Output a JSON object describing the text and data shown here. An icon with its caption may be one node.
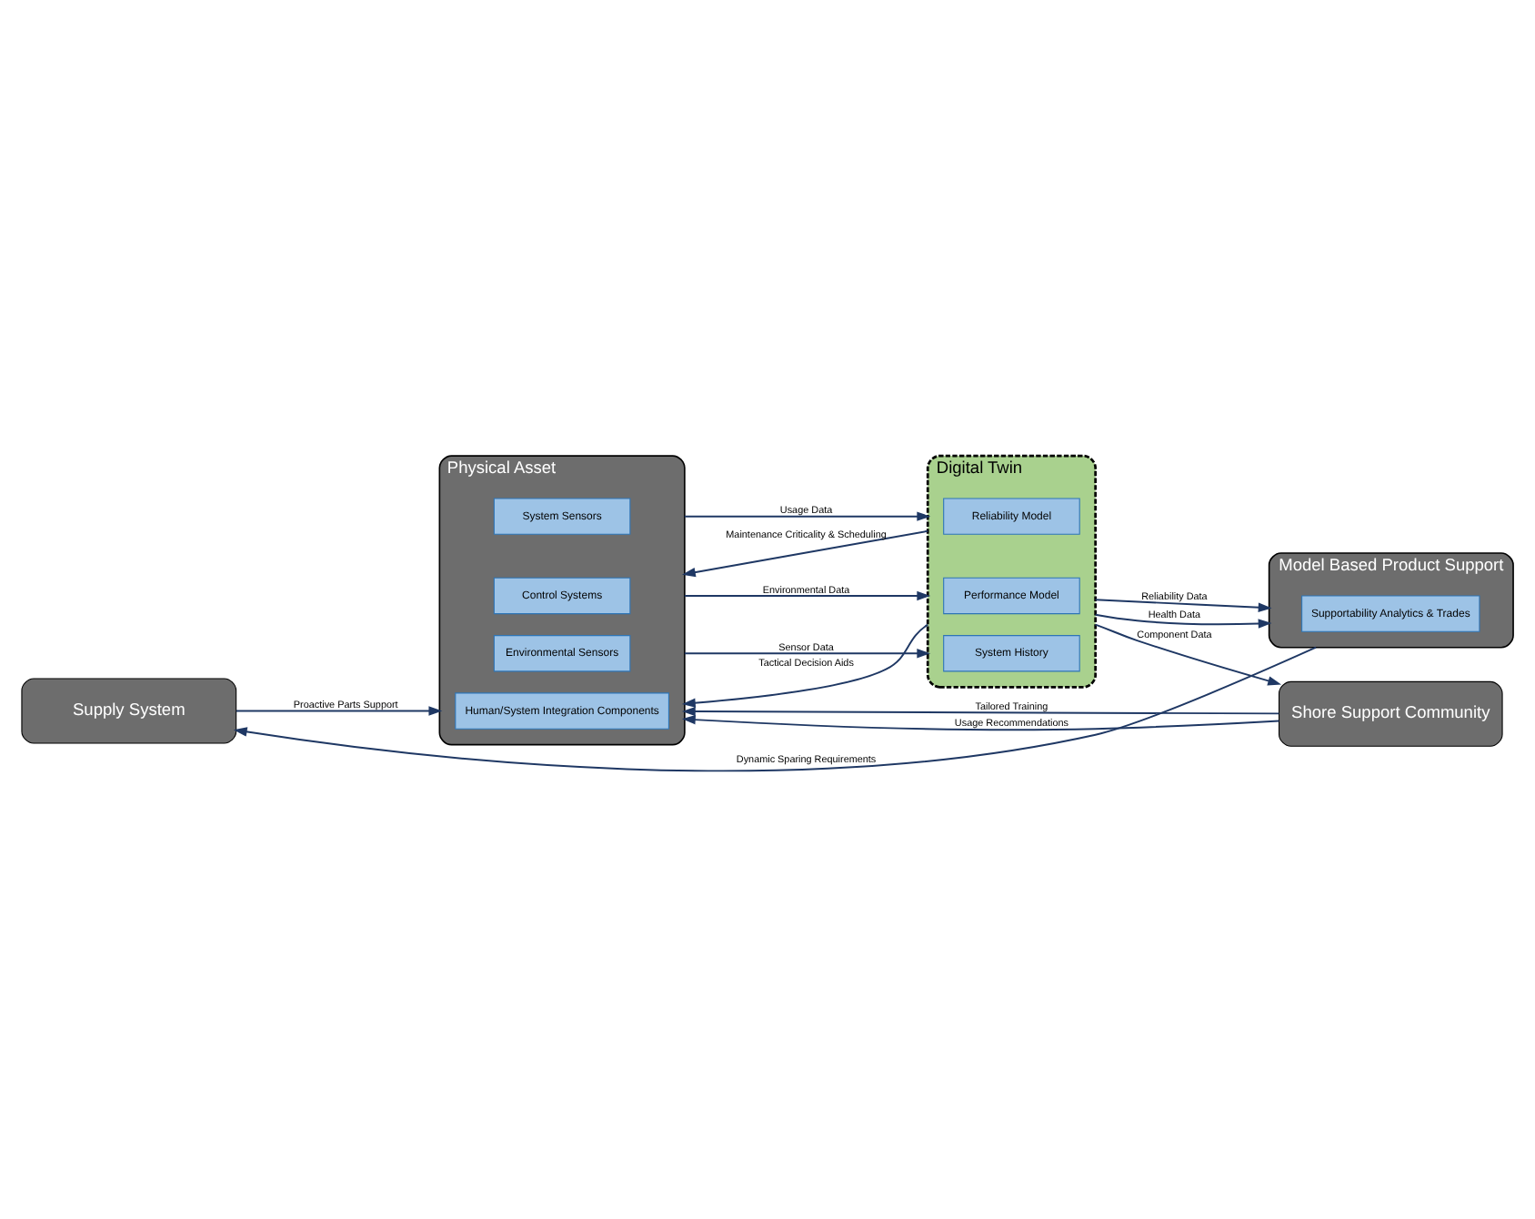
{
  "diagram": {
    "nodes": [
      {
        "text": [
          "Physical Asset"
        ]
      },
      {
        "text": [
          "Environmental Sensors"
        ],
        "in": 0
      },
      {
        "text": [
          "System Sensors"
        ],
        "in": 0
      },
      {
        "text": [
          "Control Systems"
        ],
        "in": 0
      },
      {
        "text": [
          "Human/System Integration Components"
        ],
        "in": 0
      },
      {
        "text": [
          "Digital Twin"
        ]
      },
      {
        "text": [
          "System History"
        ],
        "in": 5
      },
      {
        "text": [
          "Reliability Model"
        ],
        "in": 5
      },
      {
        "text": [
          "Performance Model"
        ],
        "in": 5
      },
      {
        "text": [
          "Supply System"
        ]
      },
      {
        "text": [
          "Model Based Product Support"
        ]
      },
      {
        "text": [
          "Supportability Analytics & Trades"
        ],
        "in": 10
      },
      {
        "text": [
          "Shore Support Community"
        ]
      }
    ],
    "edges": [
      {
        "from": 0,
        "to": 5,
        "arrow": "to",
        "label": "Sensor Data"
      },
      {
        "from": 0,
        "to": 5,
        "arrow": "to",
        "label": "Usage Data"
      },
      {
        "from": 0,
        "to": 5,
        "arrow": "to",
        "label": "Environmental Data"
      },
      {
        "from": 5,
        "to": 0,
        "arrow": "to",
        "label": "Maintenance Criticality & Scheduling"
      },
      {
        "from": 5,
        "to": 0,
        "arrow": "to",
        "label": "Tactical Decision Aids"
      },
      {
        "from": 5,
        "to": 10,
        "arrow": "to",
        "label": "Reliability Data"
      },
      {
        "from": 5,
        "to": 10,
        "arrow": "to",
        "label": "Health Data"
      },
      {
        "from": 10,
        "to": 9,
        "arrow": "to",
        "label": "Dynamic Sparing Requirements"
      },
      {
        "from": 5,
        "to": 12,
        "arrow": "to",
        "label": "Component Data"
      },
      {
        "from": 9,
        "to": 0,
        "arrow": "to",
        "label": "Proactive Parts Support"
      },
      {
        "from": 12,
        "to": 0,
        "arrow": "to",
        "label": "Tailored Training"
      },
      {
        "from": 12,
        "to": 0,
        "arrow": "to",
        "label": "Usage Recommendations"
      }
    ]
  }
}
